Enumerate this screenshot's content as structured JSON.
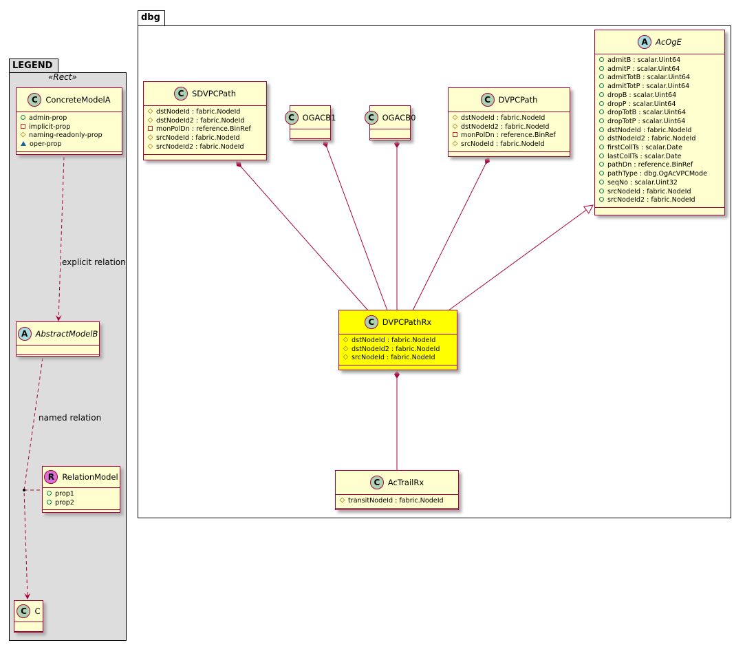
{
  "packages": {
    "legend": "LEGEND",
    "dbg": "dbg"
  },
  "legend_stereotype": "«Rect»",
  "edge_labels": {
    "explicit": "explicit relation",
    "named": "named relation"
  },
  "colors": {
    "border": "#A80036",
    "fill": "#FEFECE",
    "highlight": "#FFFF00",
    "legend_bg": "#DDDDDD"
  },
  "classes": [
    {
      "id": "ConcreteModelA",
      "kind": "C",
      "name": "ConcreteModelA",
      "attrs": [
        [
          "pub",
          "admin-prop"
        ],
        [
          "priv",
          "implicit-prop"
        ],
        [
          "prot",
          "naming-readonly-prop"
        ],
        [
          "pkg",
          "oper-prop"
        ]
      ]
    },
    {
      "id": "AbstractModelB",
      "kind": "A",
      "name": "AbstractModelB",
      "attrs": []
    },
    {
      "id": "RelationModel",
      "kind": "R",
      "name": "RelationModel",
      "attrs": [
        [
          "pub",
          "prop1"
        ],
        [
          "pub",
          "prop2"
        ]
      ]
    },
    {
      "id": "C",
      "kind": "C",
      "name": "C",
      "attrs": []
    },
    {
      "id": "SDVPCPath",
      "kind": "C",
      "name": "SDVPCPath",
      "attrs": [
        [
          "prot",
          "dstNodeId : fabric.NodeId"
        ],
        [
          "prot",
          "dstNodeId2 : fabric.NodeId"
        ],
        [
          "priv",
          "monPolDn : reference.BinRef"
        ],
        [
          "prot",
          "srcNodeId : fabric.NodeId"
        ],
        [
          "prot",
          "srcNodeId2 : fabric.NodeId"
        ]
      ]
    },
    {
      "id": "OGACB1",
      "kind": "C",
      "name": "OGACB1",
      "attrs": []
    },
    {
      "id": "OGACB0",
      "kind": "C",
      "name": "OGACB0",
      "attrs": []
    },
    {
      "id": "DVPCPath",
      "kind": "C",
      "name": "DVPCPath",
      "attrs": [
        [
          "prot",
          "dstNodeId : fabric.NodeId"
        ],
        [
          "prot",
          "dstNodeId2 : fabric.NodeId"
        ],
        [
          "priv",
          "monPolDn : reference.BinRef"
        ],
        [
          "prot",
          "srcNodeId : fabric.NodeId"
        ]
      ]
    },
    {
      "id": "AcOgE",
      "kind": "A",
      "name": "AcOgE",
      "attrs": [
        [
          "pub",
          "admitB : scalar.Uint64"
        ],
        [
          "pub",
          "admitP : scalar.Uint64"
        ],
        [
          "pub",
          "admitTotB : scalar.Uint64"
        ],
        [
          "pub",
          "admitTotP : scalar.Uint64"
        ],
        [
          "pub",
          "dropB : scalar.Uint64"
        ],
        [
          "pub",
          "dropP : scalar.Uint64"
        ],
        [
          "pub",
          "dropTotB : scalar.Uint64"
        ],
        [
          "pub",
          "dropTotP : scalar.Uint64"
        ],
        [
          "pub",
          "dstNodeId : fabric.NodeId"
        ],
        [
          "pub",
          "dstNodeId2 : fabric.NodeId"
        ],
        [
          "pub",
          "firstCollTs : scalar.Date"
        ],
        [
          "pub",
          "lastCollTs : scalar.Date"
        ],
        [
          "pub",
          "pathDn : reference.BinRef"
        ],
        [
          "pub",
          "pathType : dbg.OgAcVPCMode"
        ],
        [
          "pub",
          "seqNo : scalar.Uint32"
        ],
        [
          "pub",
          "srcNodeId : fabric.NodeId"
        ],
        [
          "pub",
          "srcNodeId2 : fabric.NodeId"
        ]
      ]
    },
    {
      "id": "DVPCPathRx",
      "kind": "C",
      "name": "DVPCPathRx",
      "highlight": true,
      "attrs": [
        [
          "prot",
          "dstNodeId : fabric.NodeId"
        ],
        [
          "prot",
          "dstNodeId2 : fabric.NodeId"
        ],
        [
          "prot",
          "srcNodeId : fabric.NodeId"
        ]
      ]
    },
    {
      "id": "AcTrailRx",
      "kind": "C",
      "name": "AcTrailRx",
      "attrs": [
        [
          "prot",
          "transitNodeId : fabric.NodeId"
        ]
      ]
    }
  ]
}
